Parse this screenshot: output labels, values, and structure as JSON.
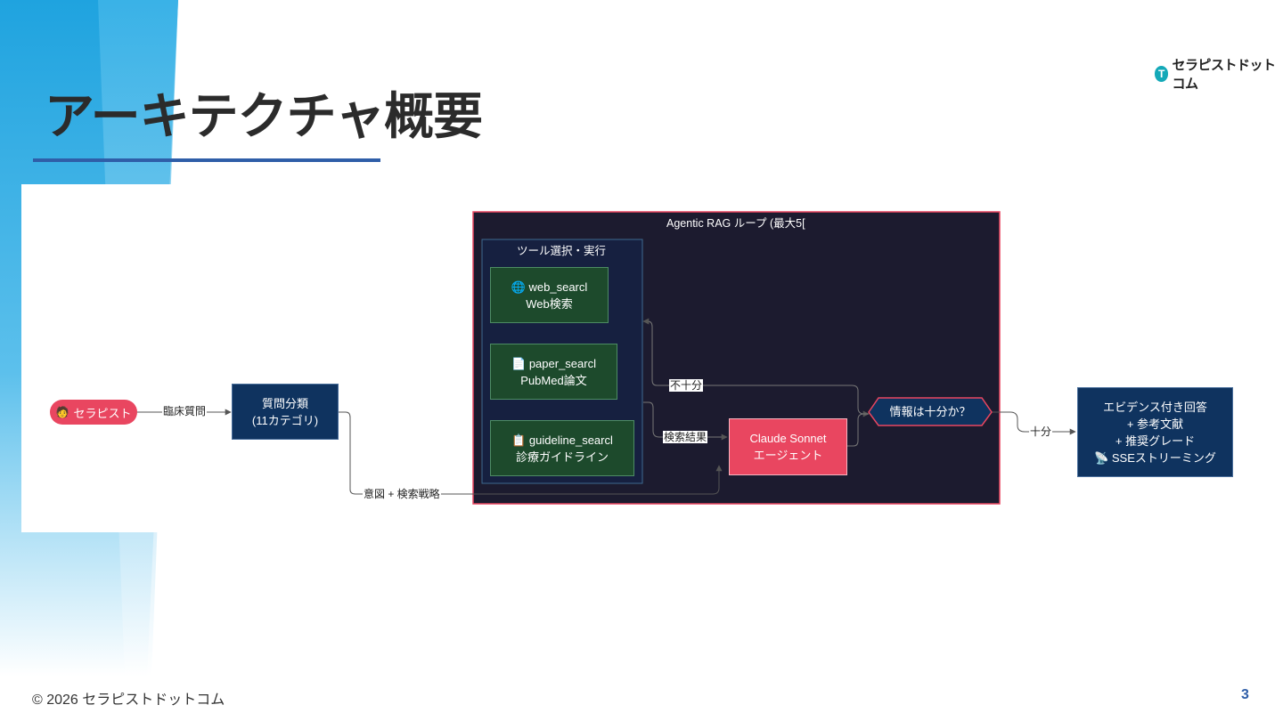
{
  "slide": {
    "title": "アーキテクチャ概要",
    "logo_text": "セラピストドットコム",
    "logo_mark": "T",
    "footer": "© 2026 セラピストドットコム",
    "page_number": "3"
  },
  "colors": {
    "accent_blue": "#2f5ea8",
    "node_navy": "#0f335f",
    "node_green": "#1d4a2c",
    "node_red": "#e94660",
    "frame_bg": "#1c1b2f",
    "frame_border": "#e94660"
  },
  "diagram": {
    "nodes": {
      "therapist": {
        "icon": "🧑",
        "label": "セラピスト"
      },
      "classify": {
        "line1": "質問分類",
        "line2": "(11カテゴリ)"
      },
      "web_search": {
        "icon": "🌐",
        "line1": "web_searcl",
        "line2": "Web検索"
      },
      "paper_search": {
        "icon": "📄",
        "line1": "paper_searcl",
        "line2": "PubMed論文"
      },
      "guideline_search": {
        "icon": "📋",
        "line1": "guideline_searcl",
        "line2": "診療ガイドライン"
      },
      "agent": {
        "line1": "Claude Sonnet",
        "line2": "エージェント"
      },
      "sufficient": {
        "label": "情報は十分か？"
      },
      "answer": {
        "line1": "エビデンス付き回答",
        "line2": "+ 参考文献",
        "line3": "+ 推奨グレード",
        "line4_icon": "📡",
        "line4": "SSEストリーミング"
      }
    },
    "frames": {
      "rag_loop": "Agentic RAG ループ (最大5[",
      "tools": "ツール選択・実行"
    },
    "edge_labels": {
      "clinical_question": "臨床質問",
      "intent_strategy": "意図 + 検索戦略",
      "search_results": "検索結果",
      "insufficient": "不十分",
      "sufficient": "十分"
    }
  }
}
